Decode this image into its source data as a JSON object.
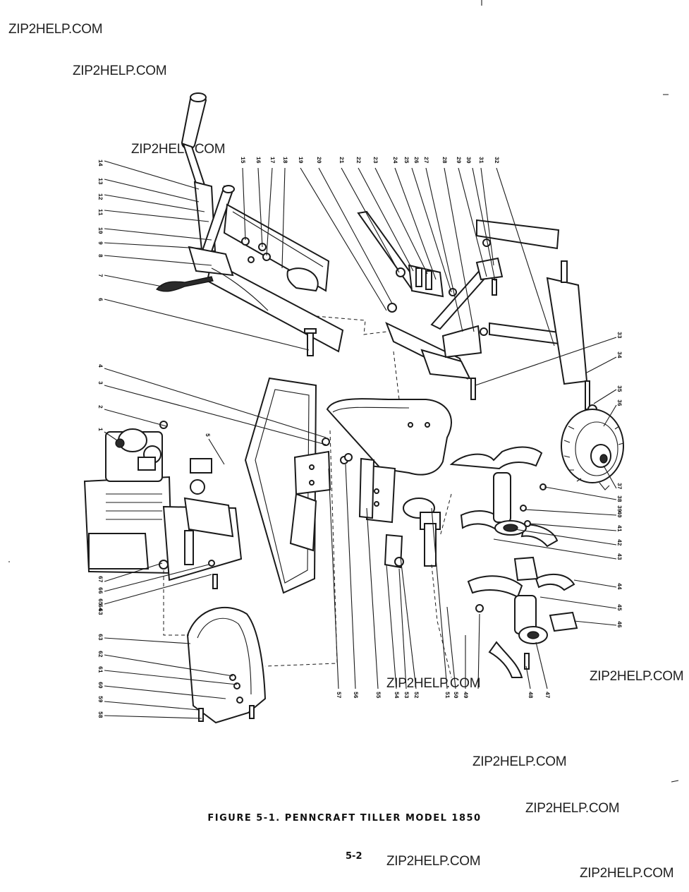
{
  "watermarks": [
    "ZIP2HELP.COM",
    "ZIP2HELP.COM",
    "ZIP2HELP.COM",
    "ZIP2HELP.COM",
    "ZIP2HELP.COM",
    "ZIP2HELP.COM",
    "ZIP2HELP.COM",
    "ZIP2HELP.COM",
    "ZIP2HELP.COM"
  ],
  "caption": "FIGURE 5-1. PENNCRAFT TILLER MODEL 1850",
  "page_number": "5-2",
  "callouts": {
    "handle_group": [
      "14",
      "13",
      "12",
      "11",
      "10",
      "9",
      "8",
      "7",
      "6"
    ],
    "top_row": [
      "15",
      "16",
      "17",
      "18",
      "19",
      "20",
      "21",
      "22",
      "23",
      "24",
      "25",
      "26",
      "27",
      "28",
      "29",
      "30",
      "31",
      "32"
    ],
    "right_upper": [
      "33",
      "34",
      "35",
      "36",
      "37"
    ],
    "engine_group": [
      "4",
      "3",
      "2",
      "1",
      "5"
    ],
    "right_tines": [
      "38",
      "39",
      "40",
      "41",
      "42",
      "43",
      "44",
      "45",
      "46"
    ],
    "left_lower": [
      "67",
      "66",
      "65",
      "64",
      "63"
    ],
    "bottom_left": [
      "63",
      "62",
      "61",
      "60",
      "59",
      "58"
    ],
    "bottom_row": [
      "57",
      "56",
      "55",
      "54",
      "53",
      "52",
      "51",
      "50",
      "49",
      "48",
      "47"
    ]
  }
}
